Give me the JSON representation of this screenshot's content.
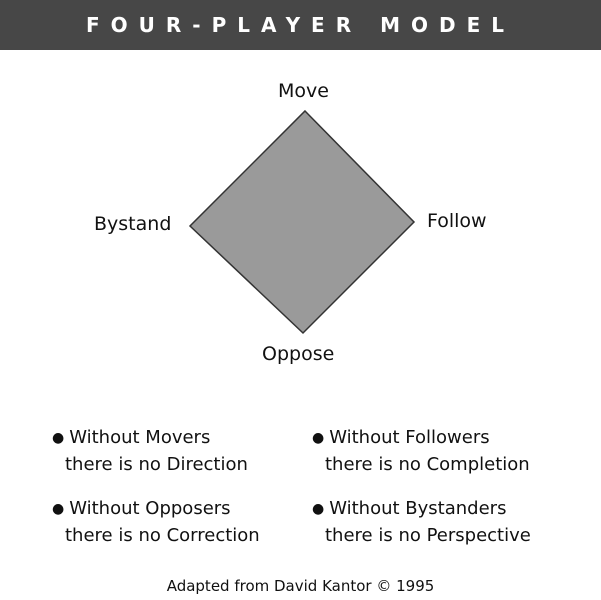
{
  "title": "FOUR-PLAYER MODEL",
  "diagram": {
    "vertices": {
      "top": "Move",
      "left": "Bystand",
      "right": "Follow",
      "bottom": "Oppose"
    },
    "diamond_fill": "#9a9a9a",
    "diamond_stroke": "#333333"
  },
  "bullets": [
    {
      "line1": "Without Movers",
      "line2": "there is no Direction"
    },
    {
      "line1": "Without Followers",
      "line2": "there is no Completion"
    },
    {
      "line1": "Without Opposers",
      "line2": "there is no Correction"
    },
    {
      "line1": "Without Bystanders",
      "line2": "there is no Perspective"
    }
  ],
  "credit": "Adapted from David Kantor © 1995"
}
